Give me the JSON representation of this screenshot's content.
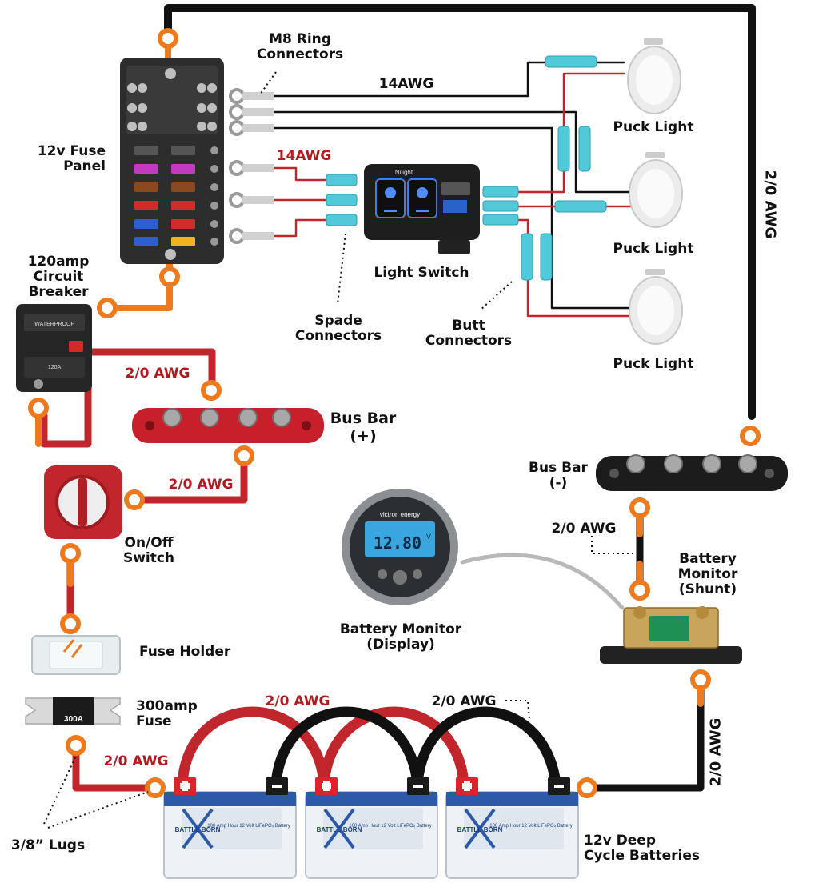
{
  "labels": {
    "m8_ring_connectors": "M8 Ring\nConnectors",
    "fuse_panel": "12v Fuse\nPanel",
    "awg14_top": "14AWG",
    "awg14_red": "14AWG",
    "circuit_breaker": "120amp\nCircuit\nBreaker",
    "light_switch": "Light Switch",
    "spade_connectors": "Spade\nConnectors",
    "butt_connectors": "Butt\nConnectors",
    "puck_light_1": "Puck Light",
    "puck_light_2": "Puck Light",
    "puck_light_3": "Puck Light",
    "awg_20_right_vertical": "2/0 AWG",
    "awg_20_breaker_to_bus": "2/0 AWG",
    "bus_bar_pos": "Bus Bar\n(+)",
    "awg_20_switch": "2/0 AWG",
    "onoff_switch": "On/Off\nSwitch",
    "bus_bar_neg": "Bus Bar\n(-)",
    "awg_20_shunt": "2/0 AWG",
    "battery_monitor_shunt": "Battery\nMonitor\n(Shunt)",
    "battery_monitor_display": "Battery Monitor\n(Display)",
    "fuse_holder": "Fuse Holder",
    "fuse_300": "300amp\nFuse",
    "awg_20_batt_red": "2/0 AWG",
    "awg_20_batt_black": "2/0 AWG",
    "awg_20_fuse": "2/0 AWG",
    "awg_20_bottom_right_vertical": "2/0 AWG",
    "lugs": "3/8” Lugs",
    "batteries": "12v Deep\nCycle Batteries"
  },
  "device_text": {
    "switch_brand": "Nilight",
    "monitor_brand": "victron energy",
    "monitor_reading": "12.80",
    "monitor_unit": "V",
    "fuse_rating": "300A",
    "breaker_top": "WATERPROOF",
    "breaker_rating": "120A",
    "battery_brand": "BATTLE BORN",
    "battery_desc": "100 Amp Hour 12 Volt LiFePO₄ Battery"
  },
  "colors": {
    "red_wire": "#c0262c",
    "black_wire": "#111111",
    "orange_lug": "#ee7a1f",
    "cyan_connector": "#52c9d8",
    "bus_red": "#c8202a",
    "bus_black": "#1c1c1c",
    "monitor_screen": "#3aa6e0",
    "battery_blue": "#2d5aa8"
  }
}
